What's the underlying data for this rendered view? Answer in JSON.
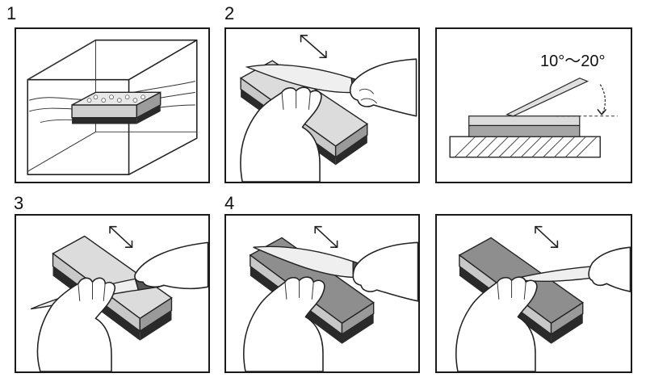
{
  "steps": {
    "s1": "1",
    "s2": "2",
    "s3": "3",
    "s4": "4"
  },
  "angle_label": "10°～20°",
  "colors": {
    "border": "#1a1a1a",
    "stone_top_light": "#dcdcdc",
    "stone_top_dark": "#9a9a9a",
    "stone_side": "#b8b8b8",
    "stone_base": "#2a2a2a",
    "handle": "#555555"
  }
}
